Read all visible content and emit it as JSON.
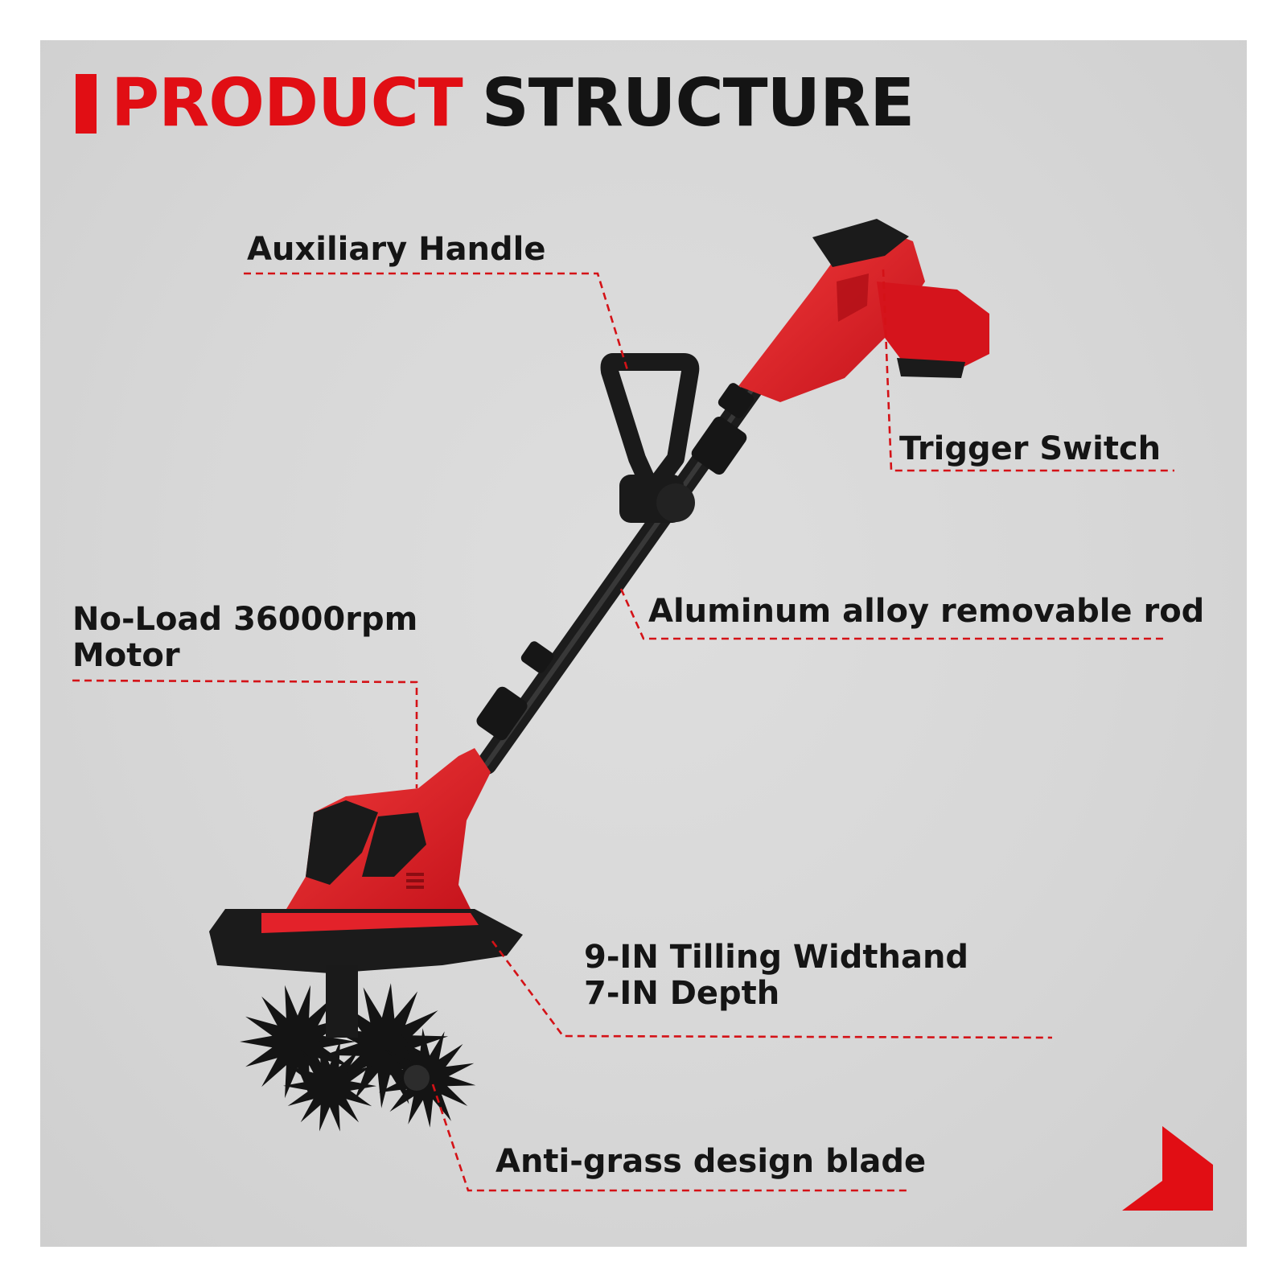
{
  "title": {
    "red_word": "PRODUCT",
    "black_word": "STRUCTURE"
  },
  "labels": {
    "auxiliary_handle": "Auxiliary Handle",
    "trigger_switch": "Trigger Switch",
    "motor_line1": "No-Load 36000rpm",
    "motor_line2": "Motor",
    "rod": "Aluminum alloy removable rod",
    "tilling_line1": "9-IN Tilling Widthand",
    "tilling_line2": "7-IN Depth",
    "blade": "Anti-grass design blade"
  },
  "colors": {
    "accent": "#e10e14",
    "text": "#151515",
    "background": "#d8d8d8"
  }
}
